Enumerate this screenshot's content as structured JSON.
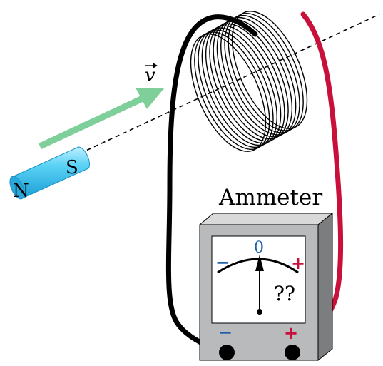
{
  "labels": {
    "velocity": "v",
    "north": "N",
    "south": "S",
    "ammeter": "Ammeter",
    "scale_zero": "0",
    "scale_minus": "−",
    "scale_plus": "+",
    "reading": "??",
    "terminal_minus": "−",
    "terminal_plus": "+"
  },
  "colors": {
    "arrow_green": "#7fcf9a",
    "wire_black": "#000000",
    "wire_red": "#c8103a",
    "magnet_cyan": "#3fbfe8",
    "ammeter_body": "#b9babb",
    "ammeter_dark": "#7c7d7e",
    "minus_blue": "#1f5fa8",
    "plus_red": "#c8103a"
  },
  "coil": {
    "turns": 12
  }
}
